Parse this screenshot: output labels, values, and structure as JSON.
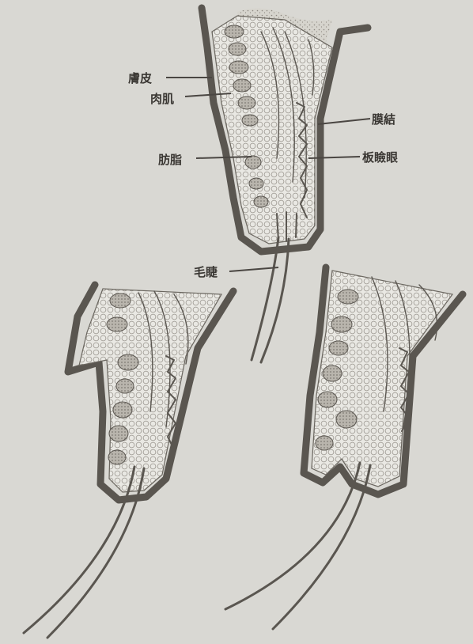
{
  "labels": {
    "skin": "膚皮",
    "muscle": "肉肌",
    "fat": "肪脂",
    "conjunctiva": "膜結",
    "tarsal_plate": "板瞼眼",
    "eyelash": "毛睫"
  },
  "colors": {
    "paper": "#d9d8d3",
    "ink": "#5a5650",
    "skin_band": "#8a8680",
    "fat_cells": "#e9e8e3",
    "gland_lobules": "#b6b2aa"
  }
}
